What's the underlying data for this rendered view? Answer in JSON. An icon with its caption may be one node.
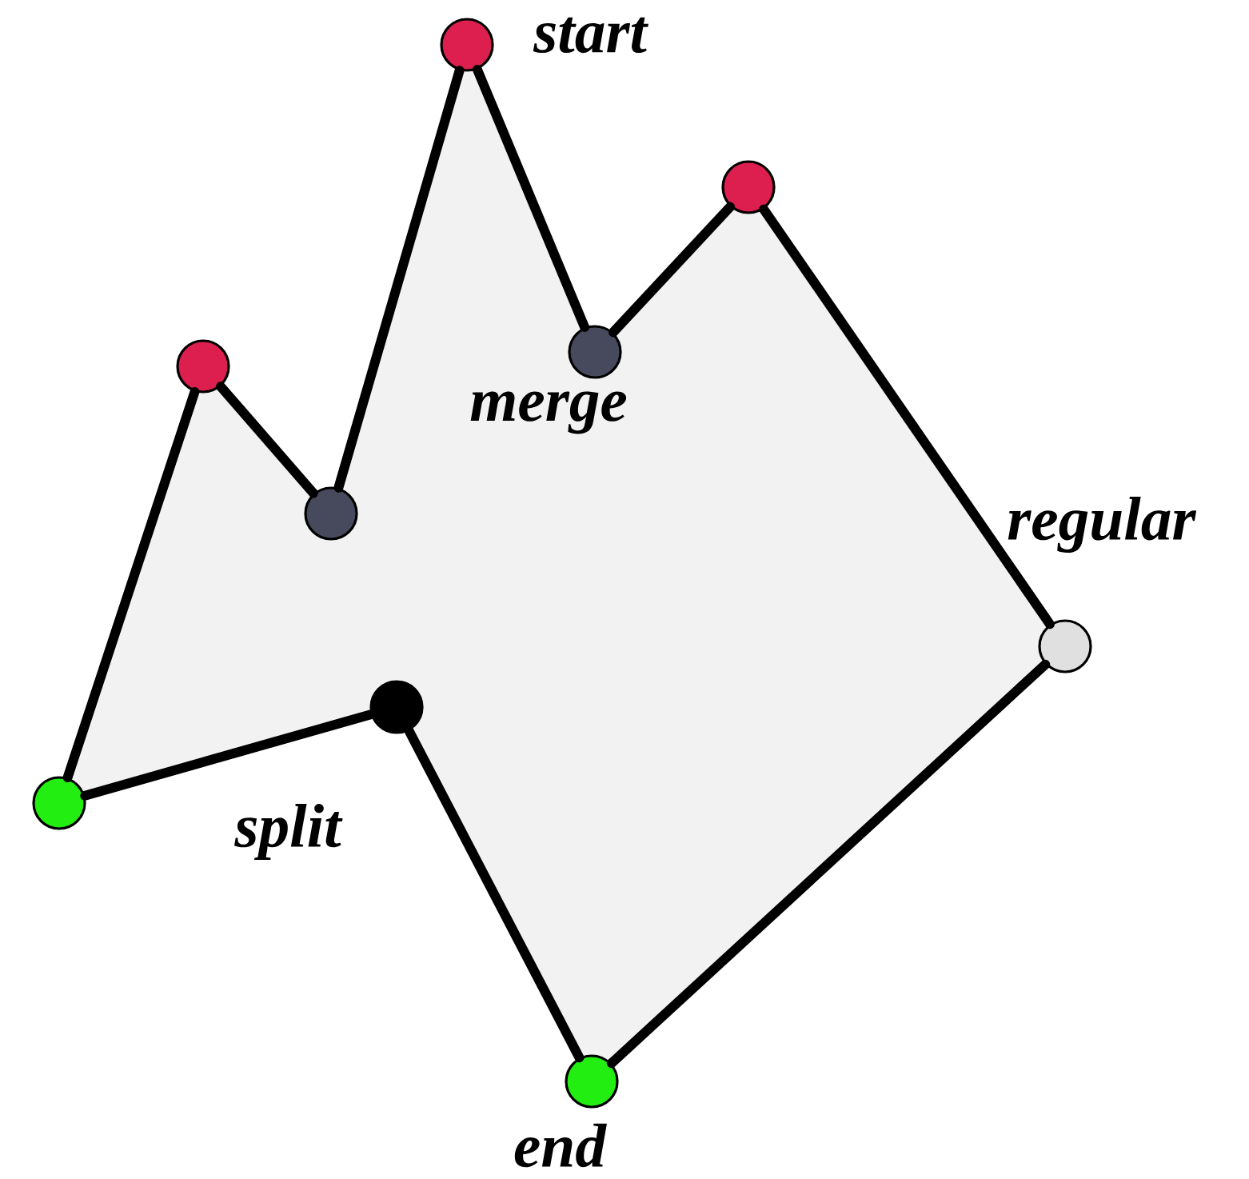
{
  "diagram": {
    "nodes": [
      {
        "text": [],
        "shape": "circle",
        "beside": [
          "start"
        ]
      },
      {
        "text": [],
        "shape": "circle",
        "beside": [
          "merge"
        ]
      },
      {
        "text": [],
        "shape": "circle"
      },
      {
        "text": [],
        "shape": "circle",
        "beside": [
          "regular"
        ]
      },
      {
        "text": [],
        "shape": "circle",
        "beside": [
          "end"
        ]
      },
      {
        "text": [],
        "shape": "circle",
        "beside": [
          "split"
        ]
      },
      {
        "text": [],
        "shape": "circle"
      },
      {
        "text": [],
        "shape": "circle"
      },
      {
        "text": [],
        "shape": "circle"
      }
    ],
    "edges": [
      {
        "from": 0,
        "to": 1,
        "arrow": "none"
      },
      {
        "from": 1,
        "to": 2,
        "arrow": "none"
      },
      {
        "from": 2,
        "to": 3,
        "arrow": "none"
      },
      {
        "from": 3,
        "to": 4,
        "arrow": "none"
      },
      {
        "from": 4,
        "to": 5,
        "arrow": "none"
      },
      {
        "from": 5,
        "to": 6,
        "arrow": "none"
      },
      {
        "from": 6,
        "to": 7,
        "arrow": "none"
      },
      {
        "from": 7,
        "to": 8,
        "arrow": "none"
      },
      {
        "from": 8,
        "to": 0,
        "arrow": "none"
      }
    ]
  }
}
